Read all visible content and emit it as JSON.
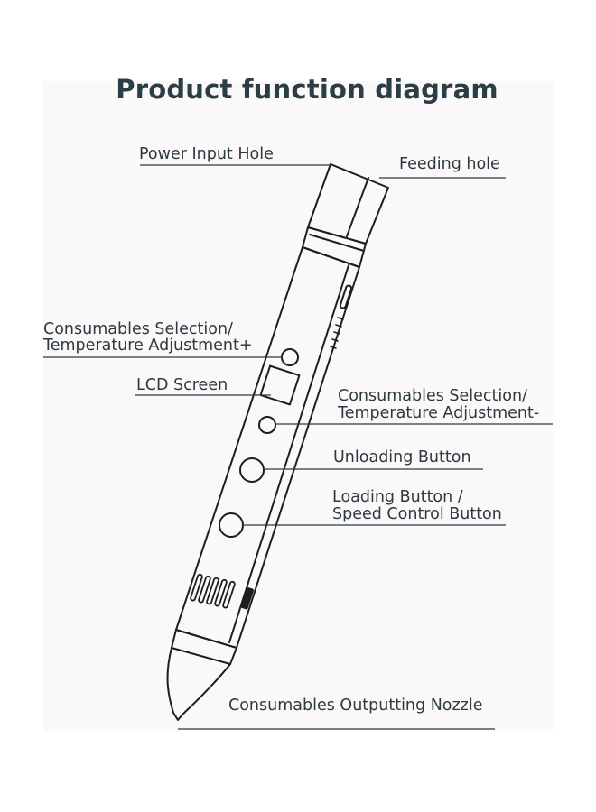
{
  "title": "Product function diagram",
  "labels": {
    "power_input_hole": "Power Input Hole",
    "feeding_hole": "Feeding hole",
    "temp_plus_line1": "Consumables Selection/",
    "temp_plus_line2": "Temperature Adjustment+",
    "lcd_screen": "LCD Screen",
    "temp_minus_line1": "Consumables Selection/",
    "temp_minus_line2": "Temperature Adjustment-",
    "unloading_button": "Unloading Button",
    "loading_line1": "Loading Button /",
    "loading_line2": "Speed Control Button",
    "nozzle": "Consumables Outputting Nozzle"
  },
  "colors": {
    "text": "#2c3a40",
    "title": "#2b3e45",
    "outline": "#1e1e1e",
    "panel": "#fbf8fa"
  }
}
